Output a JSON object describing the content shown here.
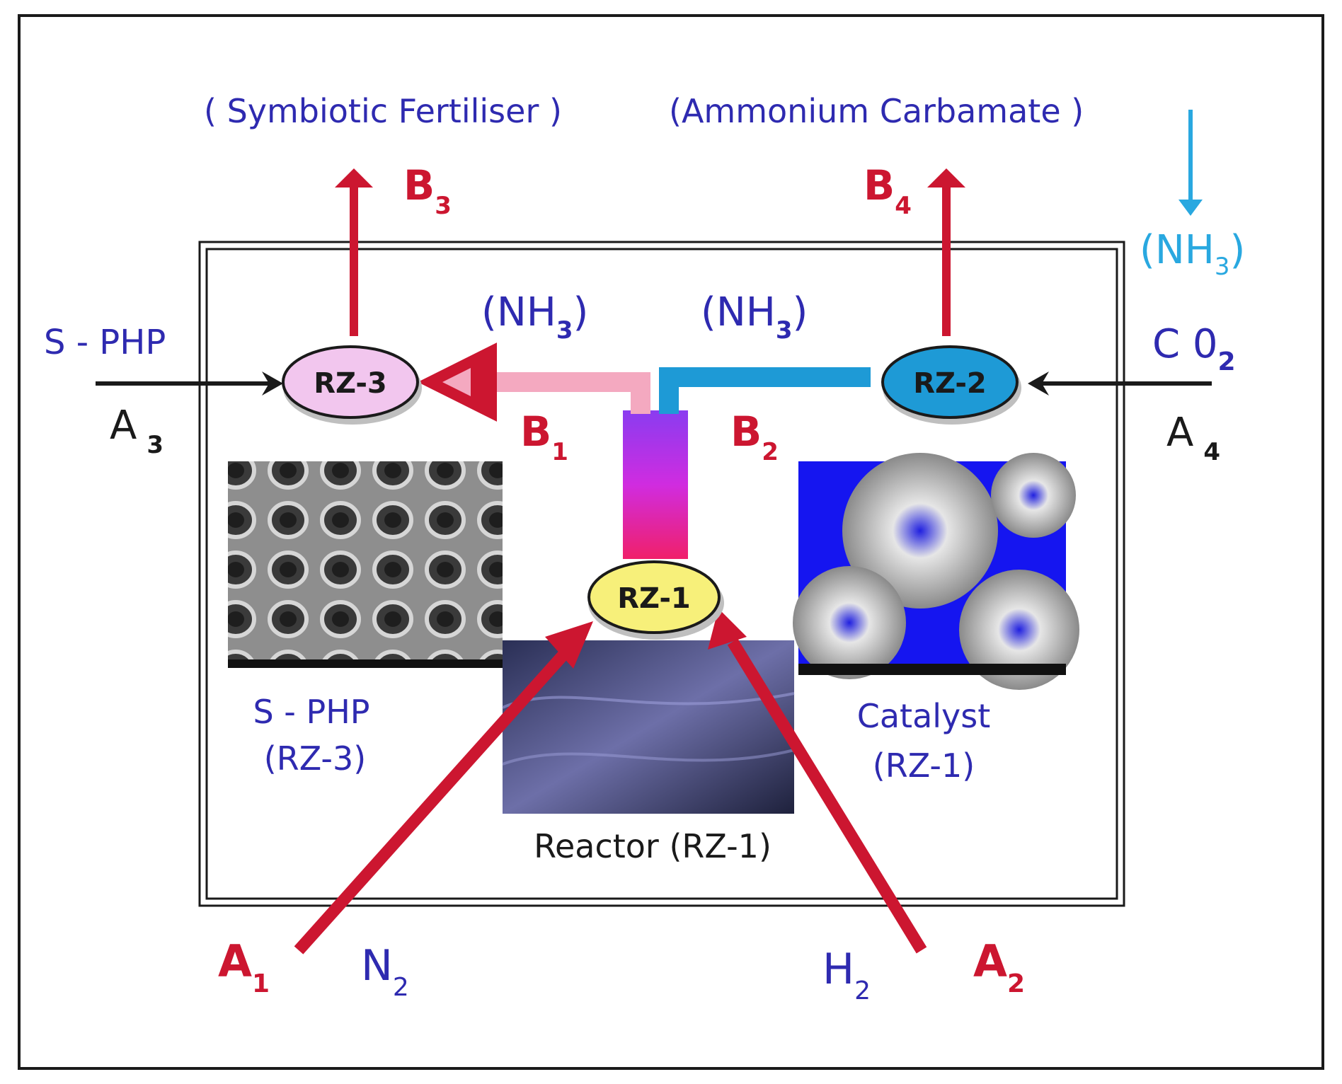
{
  "colors": {
    "red": "#cc1630",
    "blue": "#2e2ab0",
    "cyan": "#29a8e0",
    "pink": "#f4a9c0",
    "rz3_fill": "#f2c6ee",
    "rz2_fill": "#1e9ad6",
    "rz1_fill": "#f7f07a"
  },
  "top": {
    "symbiotic": "( Symbiotic  Fertiliser )",
    "carbamate": "(Ammonium  Carbamate )"
  },
  "nh3_outside": {
    "main": "(NH",
    "sub": "3",
    "close": ")"
  },
  "nh3_left": {
    "main": "(NH",
    "sub": "3",
    "close": ")"
  },
  "nh3_right": {
    "main": "(NH",
    "sub": "3",
    "close": ")"
  },
  "streams": {
    "b1": {
      "main": "B",
      "sub": "1"
    },
    "b2": {
      "main": "B",
      "sub": "2"
    },
    "b3": {
      "main": "B",
      "sub": "3"
    },
    "b4": {
      "main": "B",
      "sub": "4"
    },
    "a1": {
      "main": "A",
      "sub": "1"
    },
    "a2": {
      "main": "A",
      "sub": "2"
    },
    "a3": {
      "main": "A",
      "sub": "3"
    },
    "a4": {
      "main": "A",
      "sub": "4"
    }
  },
  "inputs": {
    "sphp": "S - PHP",
    "co2_main": "C 0",
    "co2_sub": "2",
    "n2_main": "N",
    "n2_sub": "2",
    "h2_main": "H",
    "h2_sub": "2"
  },
  "nodes": {
    "rz3": "RZ-3",
    "rz2": "RZ-2",
    "rz1": "RZ-1"
  },
  "captions": {
    "sphp_line1": "S - PHP",
    "sphp_line2": "(RZ-3)",
    "catalyst_line1": "Catalyst",
    "catalyst_line2": "(RZ-1)",
    "reactor": "Reactor (RZ-1)"
  },
  "icons": {
    "sphp_image": "porous-sem-micrograph",
    "catalyst_image": "catalyst-sem-micrograph",
    "reactor_image": "reactor-photo"
  }
}
